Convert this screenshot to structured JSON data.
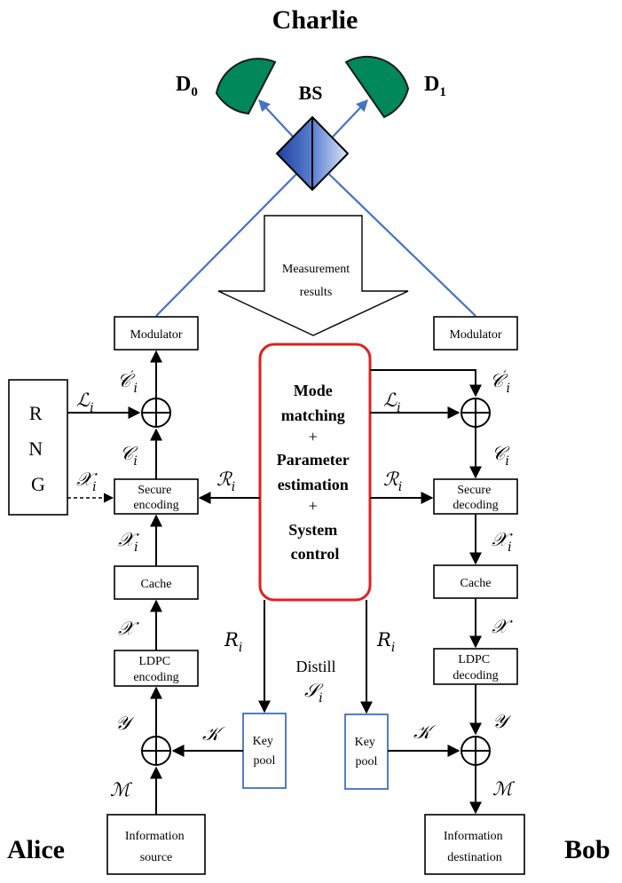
{
  "parties": {
    "charlie": "Charlie",
    "alice": "Alice",
    "bob": "Bob"
  },
  "detectors": {
    "d0": "D",
    "d0_sub": "0",
    "d1": "D",
    "d1_sub": "1",
    "bs": "BS"
  },
  "measurement": {
    "line1": "Measurement",
    "line2": "results"
  },
  "control": {
    "line1": "Mode",
    "line2": "matching",
    "plus1": "+",
    "line3": "Parameter",
    "line4": "estimation",
    "plus2": "+",
    "line5": "System",
    "line6": "control"
  },
  "alice_blocks": {
    "modulator": "Modulator",
    "rng": [
      "R",
      "N",
      "G"
    ],
    "secure_encoding": [
      "Secure",
      "encoding"
    ],
    "cache": "Cache",
    "ldpc_encoding": [
      "LDPC",
      "encoding"
    ],
    "key_pool": [
      "Key",
      "pool"
    ],
    "information_source": [
      "Information",
      "source"
    ]
  },
  "bob_blocks": {
    "modulator": "Modulator",
    "secure_decoding": [
      "Secure",
      "decoding"
    ],
    "cache": "Cache",
    "ldpc_decoding": [
      "LDPC",
      "decoding"
    ],
    "key_pool": [
      "Key",
      "pool"
    ],
    "information_destination": [
      "Information",
      "destination"
    ]
  },
  "symbols": {
    "C_prime": "𝒞",
    "prime": "′",
    "L": "ℒ",
    "C": "𝒞",
    "X": "𝒳",
    "R_script": "ℛ",
    "X_plain": "𝒳",
    "Y": "𝒴",
    "K": "𝒦",
    "M": "ℳ",
    "R_italic": "R",
    "S": "𝒮",
    "i": "i"
  },
  "distill": "Distill",
  "colors": {
    "detector_green": "#00875A",
    "beam_blue": "#4472C4",
    "control_red": "#E02020",
    "keypool_blue": "#3F6FBF",
    "bs_blue": "#1F3F9F"
  }
}
